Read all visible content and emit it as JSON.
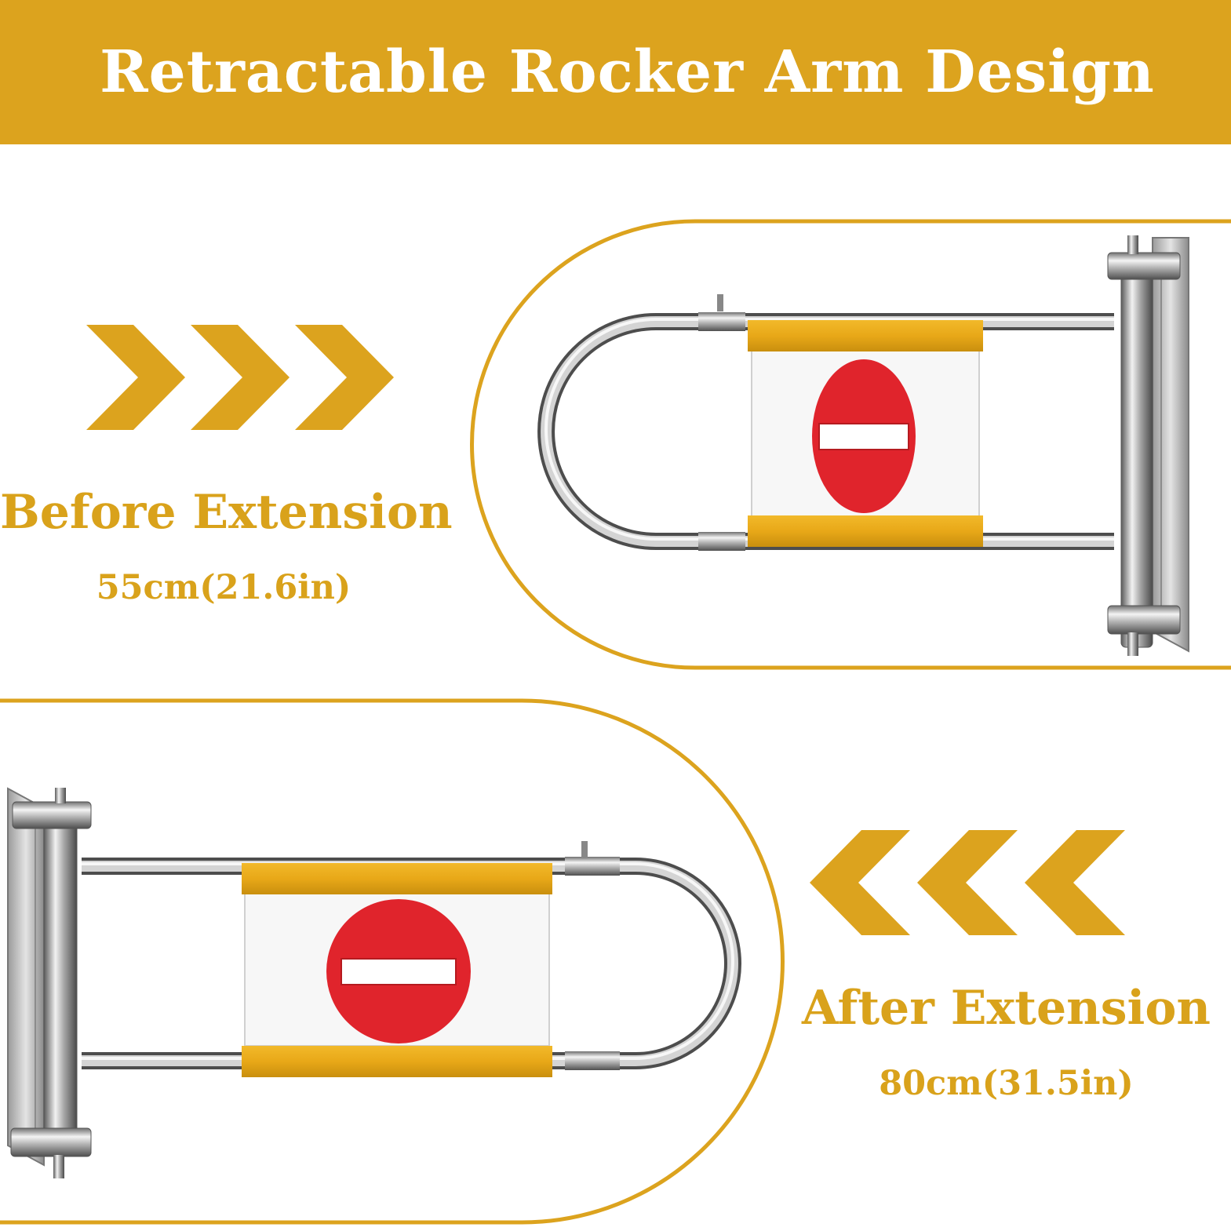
{
  "banner": {
    "title": "Retractable Rocker Arm Design",
    "color": "#DCA31E"
  },
  "accent_color": "#D9A21B",
  "before": {
    "title": "Before Extension",
    "size": "55cm(21.6in)",
    "arrow_direction": "right",
    "arrow_icon": "chevrons-right-icon"
  },
  "after": {
    "title": "After Extension",
    "size": "80cm(31.5in)",
    "arrow_direction": "left",
    "arrow_icon": "chevrons-left-icon"
  },
  "sign": {
    "color": "#E0242C",
    "icon": "no-entry-icon"
  }
}
